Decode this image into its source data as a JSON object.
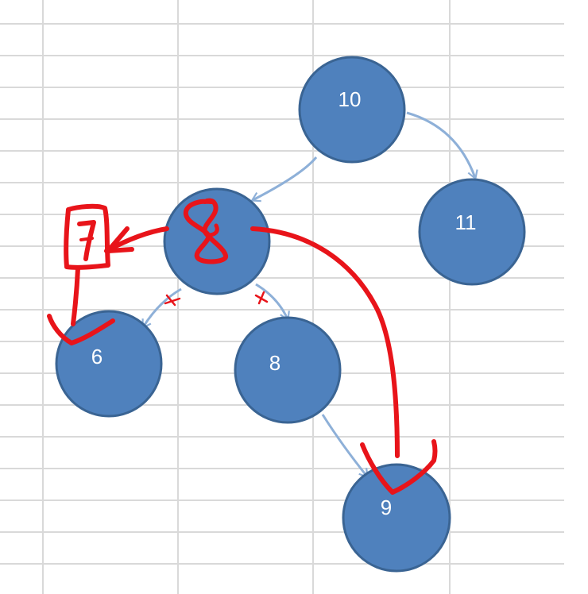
{
  "nodes": {
    "n10": {
      "label": "10"
    },
    "n11": {
      "label": "11"
    },
    "n8top": {
      "label": ""
    },
    "n6": {
      "label": "6"
    },
    "n8": {
      "label": "8"
    },
    "n9": {
      "label": "9"
    }
  },
  "annotations": {
    "new_root_label": "8",
    "boxed_label": "7"
  },
  "colors": {
    "node_fill": "#4f81bd",
    "node_stroke": "#3a6493",
    "edge": "#8eb0d8",
    "node_text": "#ffffff",
    "ink": "#e8141a",
    "grid": "#d9d9d9"
  }
}
